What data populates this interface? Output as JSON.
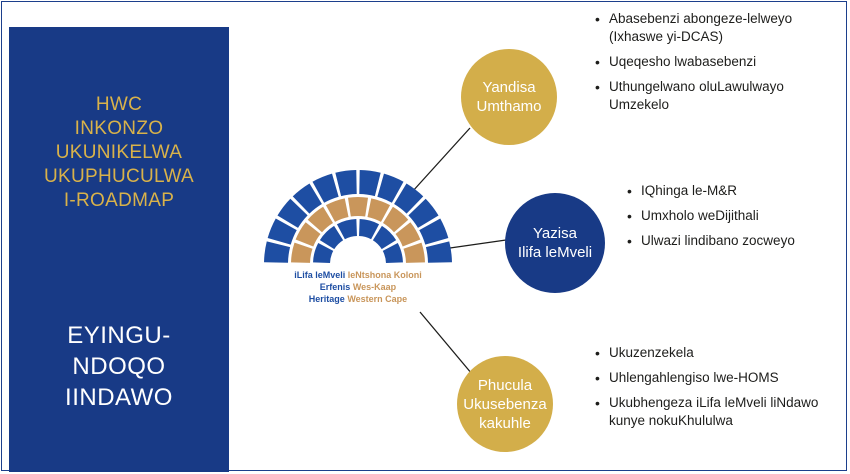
{
  "left_panel": {
    "title_lines": [
      "HWC",
      "INKONZO",
      "UKUNIKELWA",
      "UKUPHUCULWA",
      "I-ROADMAP"
    ],
    "subtitle_lines": [
      "EYINGU-",
      "NDOQO",
      "IINDAWO"
    ]
  },
  "logo": {
    "line1_a": "iLifa leMveli",
    "line1_b": "leNtshona Koloni",
    "line2_a": "Erfenis",
    "line2_b": "Wes-Kaap",
    "line3_a": "Heritage",
    "line3_b": "Western Cape"
  },
  "nodes": [
    {
      "lines": [
        "Yandisa",
        "Umthamo"
      ],
      "color": "#d3ae4a",
      "bullets": [
        "Abasebenzi abongeze-lelweyo (Ixhaswe yi-DCAS)",
        "Uqeqesho lwabasebenzi",
        "Uthungelwano oluLawulwayo Umzekelo"
      ]
    },
    {
      "lines": [
        "Yazisa",
        "Ilifa leMveli"
      ],
      "color": "#183a86",
      "bullets": [
        "IQhinga le-M&R",
        "Umxholo weDijithali",
        "Ulwazi lindibano zocweyo"
      ]
    },
    {
      "lines": [
        "Phucula",
        "Ukusebenza",
        "kakuhle"
      ],
      "color": "#d3ae4a",
      "bullets": [
        "Ukuzenzekela",
        "Uhlengahlengiso lwe-HOMS",
        "Ukubhengeza iLifa leMveli liNdawo kunye nokuKhululwa"
      ]
    }
  ]
}
